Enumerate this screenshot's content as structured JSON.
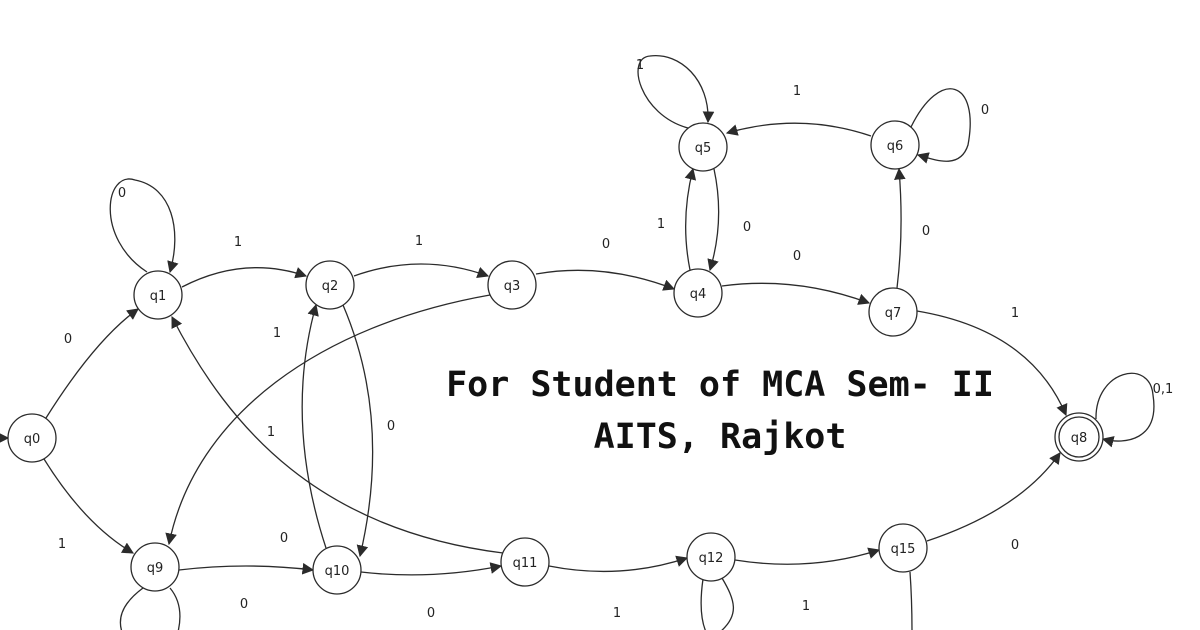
{
  "caption": {
    "line1": "For Student of MCA Sem- II",
    "line2": "AITS, Rajkot"
  },
  "states": [
    {
      "id": "q0",
      "label": "q0"
    },
    {
      "id": "q1",
      "label": "q1"
    },
    {
      "id": "q2",
      "label": "q2"
    },
    {
      "id": "q3",
      "label": "q3"
    },
    {
      "id": "q4",
      "label": "q4"
    },
    {
      "id": "q5",
      "label": "q5"
    },
    {
      "id": "q6",
      "label": "q6"
    },
    {
      "id": "q7",
      "label": "q7"
    },
    {
      "id": "q8",
      "label": "q8",
      "accepting": true
    },
    {
      "id": "q9",
      "label": "q9"
    },
    {
      "id": "q10",
      "label": "q10"
    },
    {
      "id": "q11",
      "label": "q11"
    },
    {
      "id": "q12",
      "label": "q12"
    },
    {
      "id": "q15",
      "label": "q15"
    }
  ],
  "transitions": [
    {
      "id": "t-q0-q1",
      "from": "q0",
      "to": "q1",
      "label": "0"
    },
    {
      "id": "t-q0-q9",
      "from": "q0",
      "to": "q9",
      "label": "1"
    },
    {
      "id": "t-q1-q1",
      "from": "q1",
      "to": "q1",
      "label": "0"
    },
    {
      "id": "t-q1-q2",
      "from": "q1",
      "to": "q2",
      "label": "1"
    },
    {
      "id": "t-q2-q3",
      "from": "q2",
      "to": "q3",
      "label": "1"
    },
    {
      "id": "t-q2-q10",
      "from": "q2",
      "to": "q10",
      "label": "0"
    },
    {
      "id": "t-q10-q2",
      "from": "q10",
      "to": "q2",
      "label": "1"
    },
    {
      "id": "t-q3-q4",
      "from": "q3",
      "to": "q4",
      "label": "0"
    },
    {
      "id": "t-q3-q9",
      "from": "q3",
      "to": "q9",
      "label": "1"
    },
    {
      "id": "t-q4-q5",
      "from": "q4",
      "to": "q5",
      "label": "1"
    },
    {
      "id": "t-q5-q4",
      "from": "q5",
      "to": "q4",
      "label": "0"
    },
    {
      "id": "t-q5-q5",
      "from": "q5",
      "to": "q5",
      "label": "1"
    },
    {
      "id": "t-q6-q5",
      "from": "q6",
      "to": "q5",
      "label": "1"
    },
    {
      "id": "t-q6-q6",
      "from": "q6",
      "to": "q6",
      "label": "0"
    },
    {
      "id": "t-q4-q7",
      "from": "q4",
      "to": "q7",
      "label": "0"
    },
    {
      "id": "t-q7-q6",
      "from": "q7",
      "to": "q6",
      "label": "0"
    },
    {
      "id": "t-q7-q8",
      "from": "q7",
      "to": "q8",
      "label": "1"
    },
    {
      "id": "t-q8-q8",
      "from": "q8",
      "to": "q8",
      "label": "0,1"
    },
    {
      "id": "t-q9-q10",
      "from": "q9",
      "to": "q10",
      "label": "0"
    },
    {
      "id": "t-q9-q9",
      "from": "q9",
      "to": "q9",
      "label": "0"
    },
    {
      "id": "t-q10-q11",
      "from": "q10",
      "to": "q11",
      "label": "0"
    },
    {
      "id": "t-q11-q1",
      "from": "q11",
      "to": "q1",
      "label": "1"
    },
    {
      "id": "t-q11-q12",
      "from": "q11",
      "to": "q12",
      "label": "1"
    },
    {
      "id": "t-q12-q15",
      "from": "q12",
      "to": "q15",
      "label": "1"
    },
    {
      "id": "t-q15-q8",
      "from": "q15",
      "to": "q8",
      "label": "0"
    }
  ]
}
